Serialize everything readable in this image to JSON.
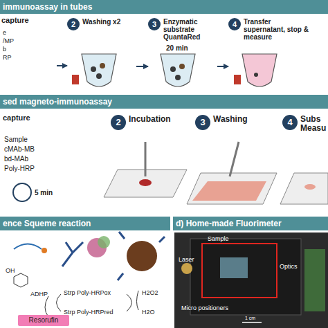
{
  "diagram": {
    "nodes": [
      {
        "text": [
          "immunoassay in tubes"
        ]
      },
      {
        "text": [
          "capture"
        ]
      },
      {
        "text": [
          "2",
          "Washing x2"
        ]
      },
      {
        "text": [
          "3",
          "Enzymatic substrate QuantaRed"
        ]
      },
      {
        "text": [
          "4",
          "Transfer supernatant, stop & measure"
        ]
      },
      {
        "text": [
          "sed magneto-immunoassay"
        ]
      },
      {
        "text": [
          "capture"
        ]
      },
      {
        "text": [
          "2",
          "Incubation"
        ]
      },
      {
        "text": [
          "3",
          "Washing"
        ]
      },
      {
        "text": [
          "4",
          "Subs Measu"
        ]
      },
      {
        "text": [
          "ence Squeme reaction"
        ]
      },
      {
        "text": [
          "d) Home-made Fluorimeter"
        ]
      },
      {
        "text": [
          "Resorufin"
        ]
      }
    ],
    "edges": [
      {
        "from": 1,
        "to": 2,
        "arrow": "to"
      },
      {
        "from": 2,
        "to": 3,
        "arrow": "to"
      },
      {
        "from": 3,
        "to": 4,
        "arrow": "to"
      }
    ],
    "labels": [
      "e",
      "/MP",
      "b",
      "RP",
      "20 min",
      "Sample",
      "cMAb-MB",
      "bd-MAb",
      "Poly-HRP",
      "5 min",
      "OH",
      "ADHP",
      "Strp Poly-HRPox",
      "H2O2",
      "Strp Poly-HRPred",
      "H2O",
      "Sample",
      "Laser",
      "Optics",
      "Micro positioners",
      "1 cm"
    ]
  }
}
